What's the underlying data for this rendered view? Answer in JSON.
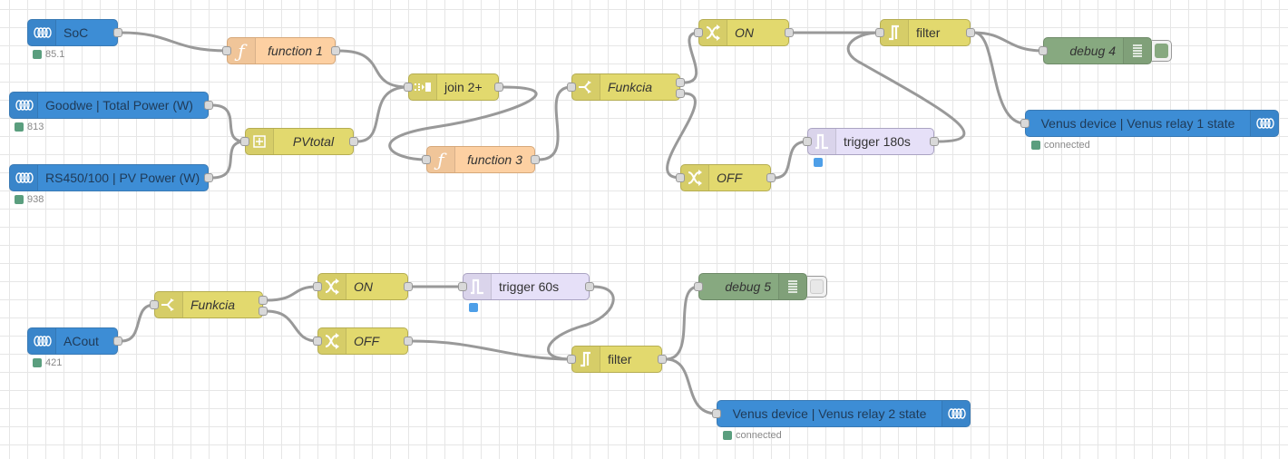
{
  "canvas": {
    "colors": {
      "victron": "#3d8dd5",
      "function": "#fdd0a2",
      "change": "#e2d96e",
      "debug": "#87a980",
      "trigger": "#e6e0f8",
      "wire": "#999999",
      "status_ok": "#5a9e7e",
      "status_info": "#4e9fe8"
    }
  },
  "nodes": {
    "soc": {
      "label": "SoC",
      "icon": "victron-icon",
      "status": "85.1"
    },
    "goodwe": {
      "label": "Goodwe | Total Power (W)",
      "icon": "victron-icon",
      "status": "813"
    },
    "rs450": {
      "label": "RS450/100 | PV Power (W)",
      "icon": "victron-icon",
      "status": "938"
    },
    "function1": {
      "label": "function 1",
      "icon": "function-icon"
    },
    "pvtotal": {
      "label": "PVtotal",
      "icon": "calculator-icon"
    },
    "join": {
      "label": "join 2+",
      "icon": "join-icon"
    },
    "function3": {
      "label": "function 3",
      "icon": "function-icon"
    },
    "funkcia1": {
      "label": "Funkcia",
      "icon": "switch-icon"
    },
    "on1": {
      "label": "ON",
      "icon": "change-icon"
    },
    "off1": {
      "label": "OFF",
      "icon": "change-icon"
    },
    "filter1": {
      "label": "filter",
      "icon": "filter-icon"
    },
    "trigger180": {
      "label": "trigger 180s",
      "icon": "trigger-icon"
    },
    "debug4": {
      "label": "debug 4",
      "icon": "debug-list-icon",
      "active": true
    },
    "relay1": {
      "label": "Venus device | Venus relay 1 state",
      "icon": "victron-icon",
      "status": "connected"
    },
    "acout": {
      "label": "ACout",
      "icon": "victron-icon",
      "status": "421"
    },
    "funkcia2": {
      "label": "Funkcia",
      "icon": "switch-icon"
    },
    "on2": {
      "label": "ON",
      "icon": "change-icon"
    },
    "off2": {
      "label": "OFF",
      "icon": "change-icon"
    },
    "trigger60": {
      "label": "trigger 60s",
      "icon": "trigger-icon"
    },
    "filter2": {
      "label": "filter",
      "icon": "filter-icon"
    },
    "debug5": {
      "label": "debug 5",
      "icon": "debug-list-icon",
      "active": false
    },
    "relay2": {
      "label": "Venus device | Venus relay 2 state",
      "icon": "victron-icon",
      "status": "connected"
    }
  }
}
